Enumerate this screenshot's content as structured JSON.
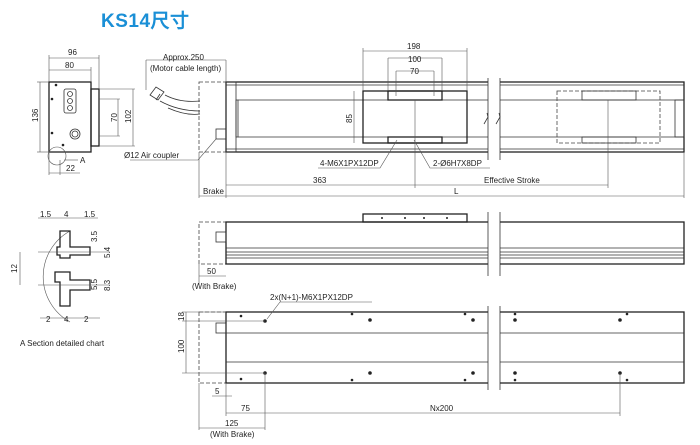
{
  "title": "KS14尺寸",
  "end_view": {
    "dim_96": "96",
    "dim_80": "80",
    "dim_136": "136",
    "dim_70": "70",
    "dim_102": "102",
    "dim_22": "22",
    "label_a": "A"
  },
  "top_view": {
    "cable_note_1": "Approx.250",
    "cable_note_2": "(Motor cable length)",
    "air_coupler": "Ø12 Air coupler",
    "dim_198": "198",
    "dim_100": "100",
    "dim_70": "70",
    "dim_85": "85",
    "tap_note": "4-M6X1PX12DP",
    "pin_note": "2-Ø6H7X8DP",
    "dim_363": "363",
    "effective_stroke": "Effective Stroke",
    "brake": "Brake",
    "dim_L": "L"
  },
  "section_detail": {
    "dim_1_5a": "1.5",
    "dim_4a": "4",
    "dim_1_5b": "1.5",
    "dim_3_5": "3.5",
    "dim_5_4": "5.4",
    "dim_12": "12",
    "dim_5_5": "5.5",
    "dim_8_3": "8.3",
    "dim_2a": "2",
    "dim_4b": "4",
    "dim_2b": "2",
    "caption": "A Section detailed chart"
  },
  "side_view": {
    "dim_50": "50",
    "with_brake": "(With Brake)"
  },
  "bottom_view": {
    "hole_note": "2x(N+1)-M6X1PX12DP",
    "dim_18": "18",
    "dim_100": "100",
    "dim_5": "5",
    "dim_75": "75",
    "dim_Nx200": "Nx200",
    "dim_125": "125",
    "with_brake": "(With Brake)"
  },
  "colors": {
    "title": "#1a8fd6",
    "line": "#333333"
  }
}
